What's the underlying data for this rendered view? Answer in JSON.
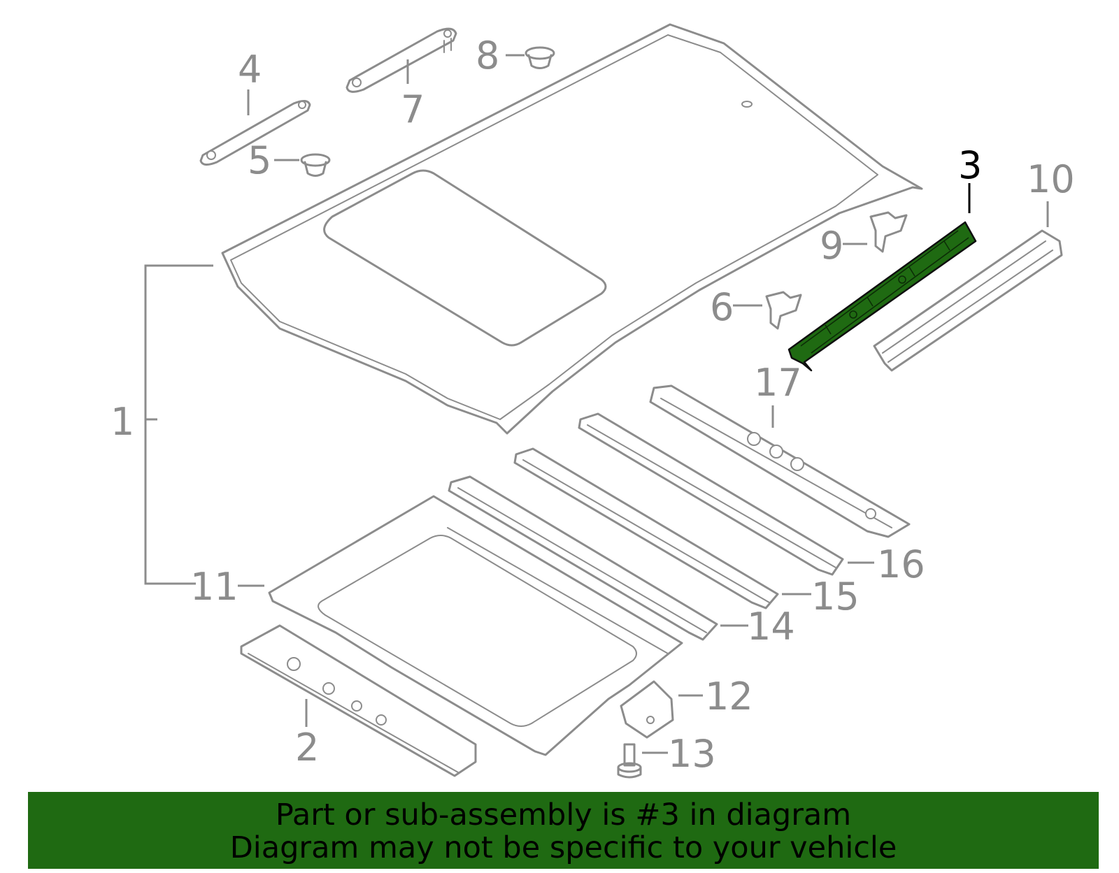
{
  "callouts": {
    "c1": "1",
    "c2": "2",
    "c3": "3",
    "c4": "4",
    "c5": "5",
    "c6": "6",
    "c7": "7",
    "c8": "8",
    "c9": "9",
    "c10": "10",
    "c11": "11",
    "c12": "12",
    "c13": "13",
    "c14": "14",
    "c15": "15",
    "c16": "16",
    "c17": "17"
  },
  "highlighted_part": "3",
  "colors": {
    "highlight": "#1f6a12",
    "line": "#8c8c8c",
    "banner_bg": "#1f6a12"
  },
  "banner": {
    "line1": "Part or sub-assembly is #3 in diagram",
    "line2": "Diagram may not be specific to your vehicle"
  }
}
